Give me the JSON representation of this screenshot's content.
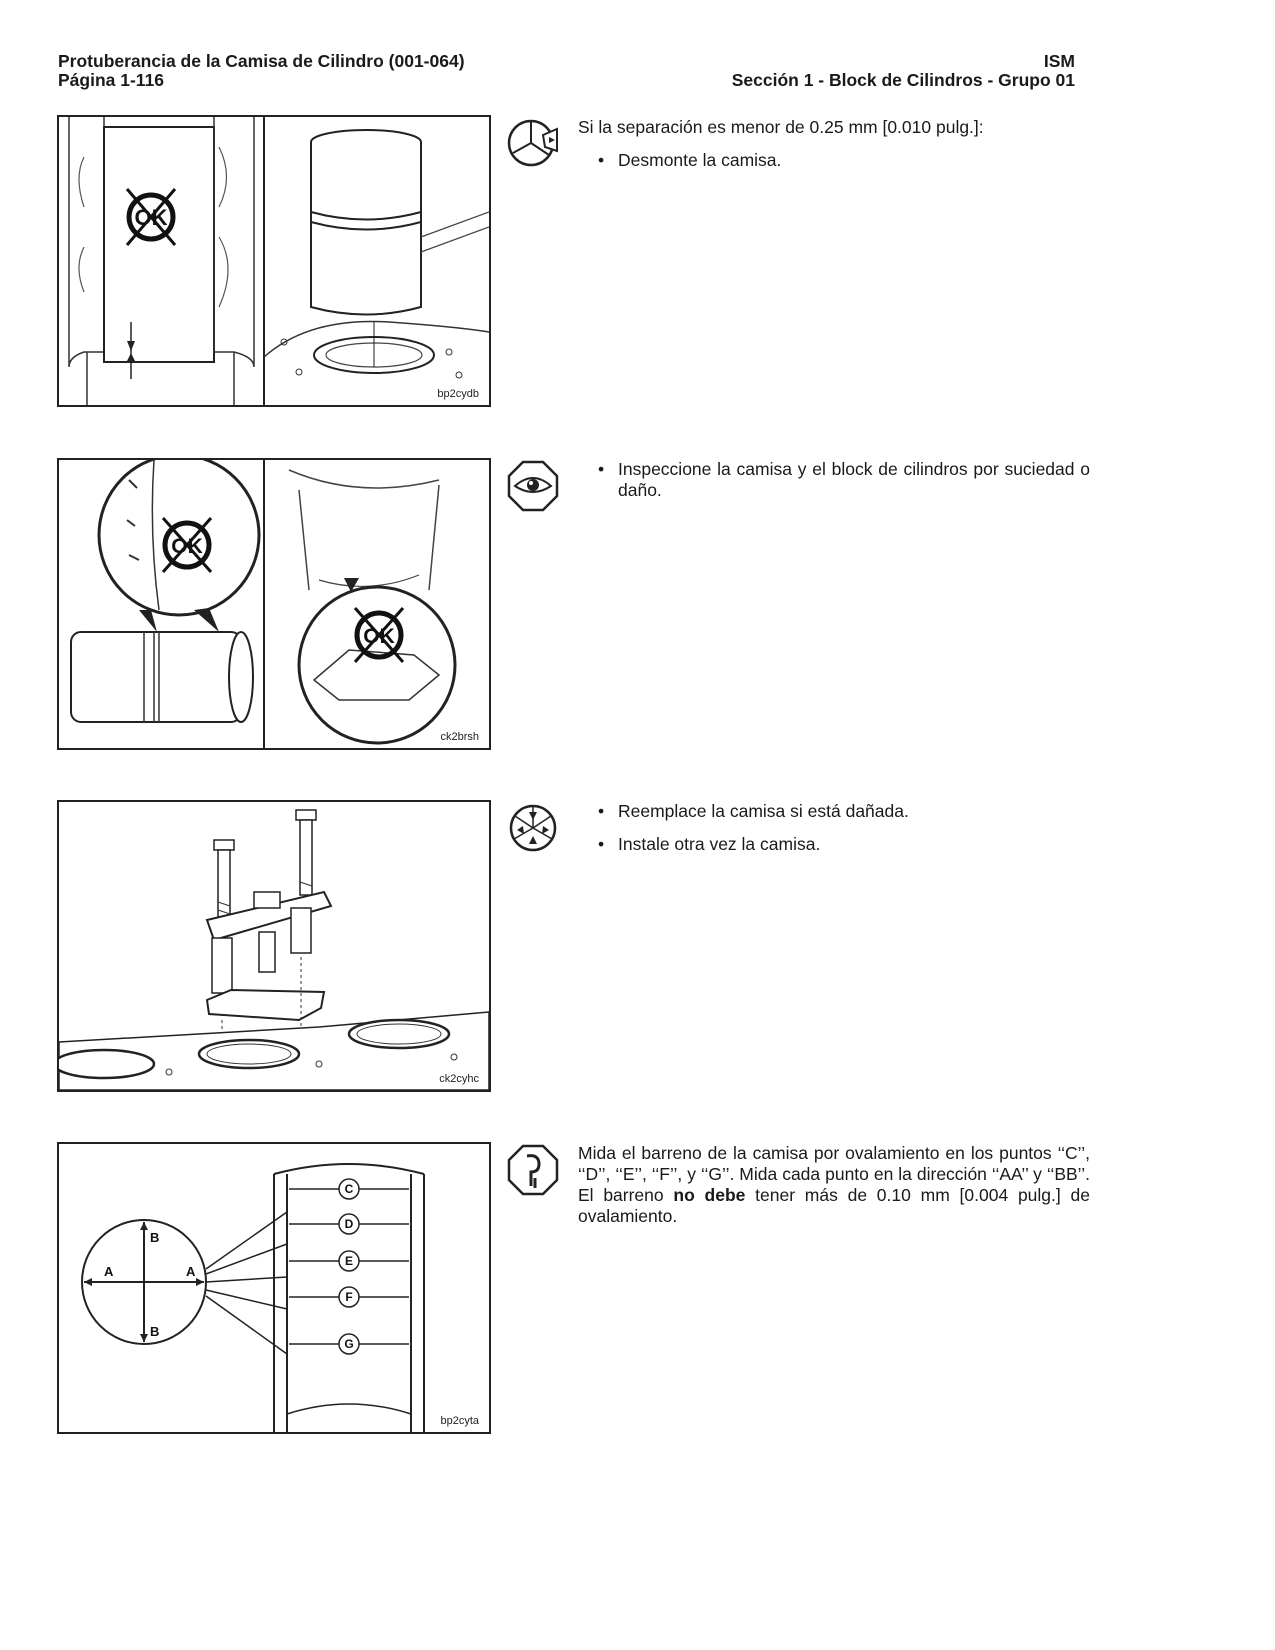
{
  "header": {
    "left_line1": "Protuberancia de la Camisa de Cilindro (001-064)",
    "left_line2": "Página 1-116",
    "right_line1": "ISM",
    "right_line2": "Sección 1 - Block de Cilindros - Grupo 01"
  },
  "steps": [
    {
      "figure_code": "bp2cydb",
      "icon": "remove-wedge-icon",
      "intro": "Si la separación es menor de 0.25 mm [0.010 pulg.]:",
      "bullets": [
        "Desmonte la camisa."
      ]
    },
    {
      "figure_code": "ck2brsh",
      "icon": "inspect-eye-icon",
      "bullets": [
        "Inspeccione la camisa y el block de cilindros por suciedad o daño."
      ]
    },
    {
      "figure_code": "ck2cyhc",
      "icon": "install-arrows-icon",
      "bullets": [
        "Reemplace la camisa si está dañada.",
        "Instale otra vez la camisa."
      ]
    },
    {
      "figure_code": "bp2cyta",
      "icon": "measure-gauge-icon",
      "para_part1": "Mida el barreno de la camisa por ovalamiento en los puntos ‘‘C’’, ‘‘D’’, ‘‘E’’, ‘‘F’’, y ‘‘G’’. Mida cada punto en la dirección ‘‘AA’’ y ‘‘BB’’. El barreno ",
      "para_bold": "no debe",
      "para_part2": " tener más de 0.10 mm [0.004 pulg.] de ovalamiento.",
      "points": [
        "C",
        "D",
        "E",
        "F",
        "G"
      ],
      "dir_a": "A",
      "dir_b": "B"
    }
  ]
}
